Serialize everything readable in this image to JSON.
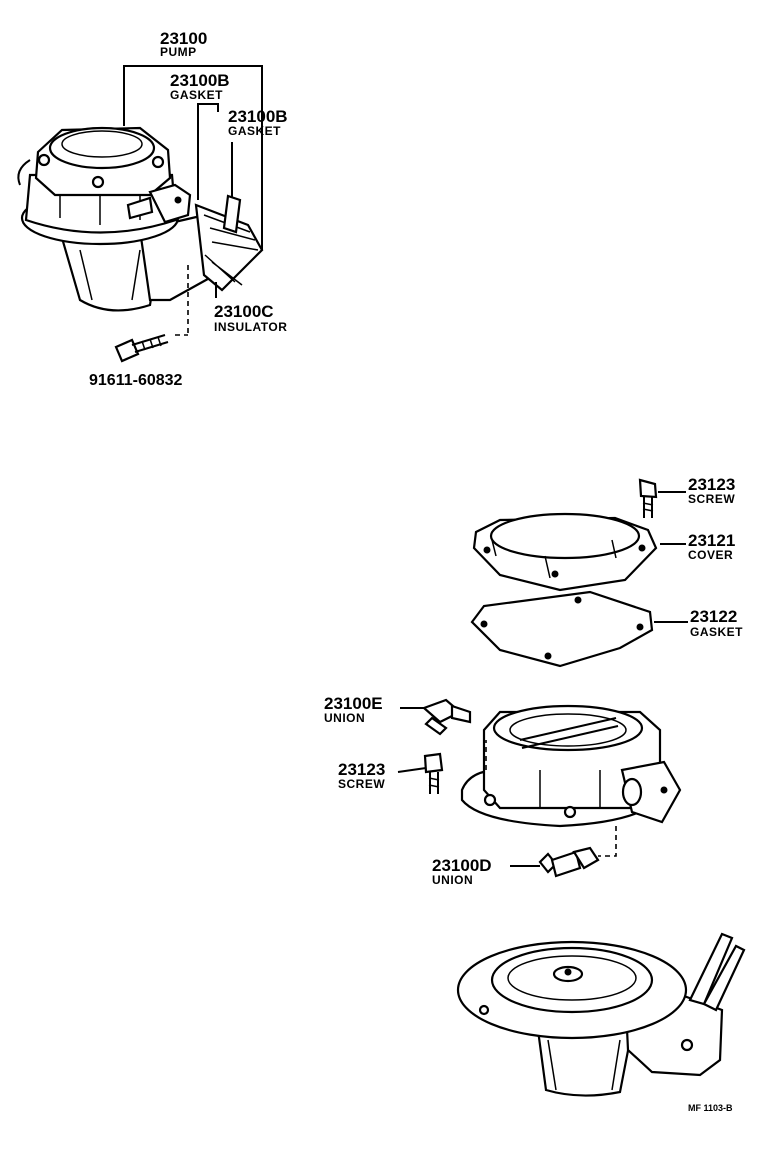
{
  "callouts": {
    "pump": {
      "number": "23100",
      "name": "PUMP"
    },
    "gasket_b1": {
      "number": "23100B",
      "name": "GASKET"
    },
    "gasket_b2": {
      "number": "23100B",
      "name": "GASKET"
    },
    "insulator": {
      "number": "23100C",
      "name": "INSULATOR"
    },
    "bolt": {
      "number": "91611-60832"
    },
    "screw_top": {
      "number": "23123",
      "name": "SCREW"
    },
    "cover": {
      "number": "23121",
      "name": "COVER"
    },
    "gasket_cover": {
      "number": "23122",
      "name": "GASKET"
    },
    "union_e": {
      "number": "23100E",
      "name": "UNION"
    },
    "screw_body": {
      "number": "23123",
      "name": "SCREW"
    },
    "union_d": {
      "number": "23100D",
      "name": "UNION"
    }
  },
  "figure_code": "MF 1103-B"
}
